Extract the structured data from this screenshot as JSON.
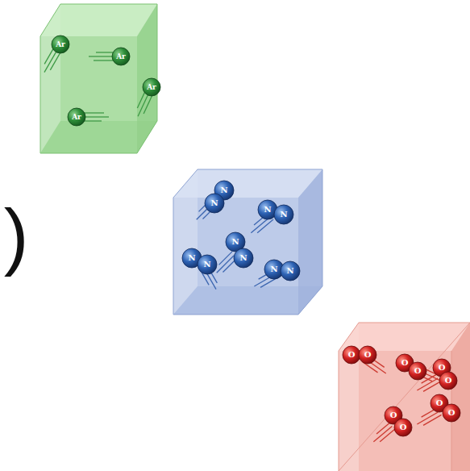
{
  "diagram": {
    "labels": [
      ")",
      "Ar",
      "Ar",
      "Ar",
      "Ar",
      "N",
      "N",
      "N",
      "N",
      "N",
      "N",
      "N",
      "N",
      "N",
      "N",
      "O",
      "O",
      "O",
      "O",
      "O",
      "O",
      "O",
      "O",
      "O",
      "O"
    ]
  }
}
